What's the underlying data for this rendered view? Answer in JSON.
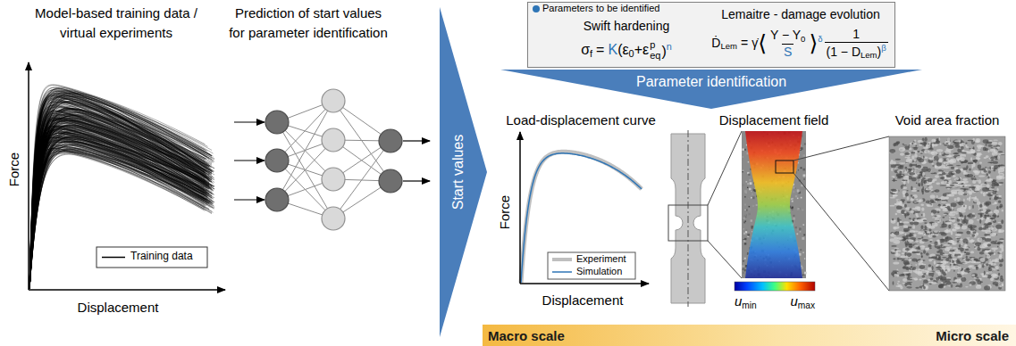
{
  "diagram": {
    "nodes": [
      {
        "text": [
          "Start values"
        ]
      },
      {
        "text": [
          "Swift hardening",
          "Lemaitre - damage evolution"
        ]
      },
      {
        "text": [
          "Parameter identification"
        ]
      },
      {
        "text": [
          "Macro scale",
          "Micro scale"
        ]
      }
    ],
    "labels": [
      "Model-based training data / virtual experiments",
      "Force",
      "Displacement",
      "Prediction of start values for parameter identification",
      "Load-displacement curve",
      "Force",
      "Displacement",
      "Displacement field",
      "Void area fraction",
      "u",
      "min",
      "u",
      "max",
      "σ",
      "f",
      "=",
      "K",
      "(ε",
      "0",
      "+ε",
      "p",
      "eq",
      ")",
      "n",
      "Ḋ",
      "Lem",
      "=",
      "γ̇",
      "⟨",
      "Y − Y",
      "0",
      "S",
      "⟩",
      "δ",
      "1",
      "(1 − D",
      "Lem",
      ")",
      "β"
    ],
    "legend": [
      {
        "text": "Training data"
      },
      {
        "text": "Parameters to be identified",
        "color": "#2e75b6"
      },
      {
        "text": "Experiment"
      },
      {
        "text": "Simulation"
      }
    ]
  }
}
